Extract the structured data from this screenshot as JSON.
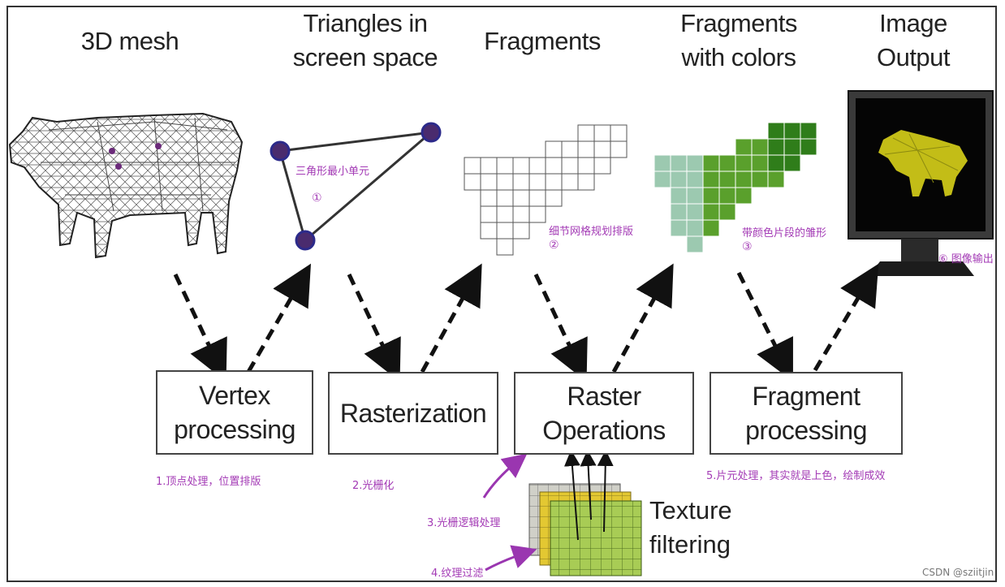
{
  "titles": {
    "mesh": "3D mesh",
    "triangles": "Triangles in\nscreen space",
    "fragments": "Fragments",
    "colored_fragments": "Fragments\nwith colors",
    "output": "Image\nOutput"
  },
  "boxes": {
    "vertex": "Vertex\nprocessing",
    "raster": "Rasterization",
    "raster_ops": "Raster\nOperations",
    "fragment": "Fragment\nprocessing"
  },
  "texture_label": "Texture\nfiltering",
  "annotations": {
    "triangle_unit": "三角形最小单元",
    "circled_1": "①",
    "grid_layout": "细节网格规划排版",
    "circled_2": "②",
    "colored_shape": "带颜色片段的雏形",
    "circled_3": "③",
    "image_output": "⑥ 图像输出",
    "step1": "1.顶点处理，位置排版",
    "step2": "2.光栅化",
    "step3": "3.光栅逻辑处理",
    "step4": "4.纹理过滤",
    "step5": "5.片元处理，其实就是上色，绘制成效"
  },
  "watermark": "CSDN @sziitjin",
  "colors": {
    "annotation": "#a33ab5",
    "vertex_dot": "#6b2a7a",
    "fragment_light": "#9cc9b0",
    "fragment_green": "#5aa02c",
    "fragment_dark": "#2f7d1a",
    "monitor_screen": "#0a0a0a",
    "cow_yellow": "#d8d21a",
    "texture_yellow": "#e3c832",
    "texture_green": "#9bc24a"
  }
}
